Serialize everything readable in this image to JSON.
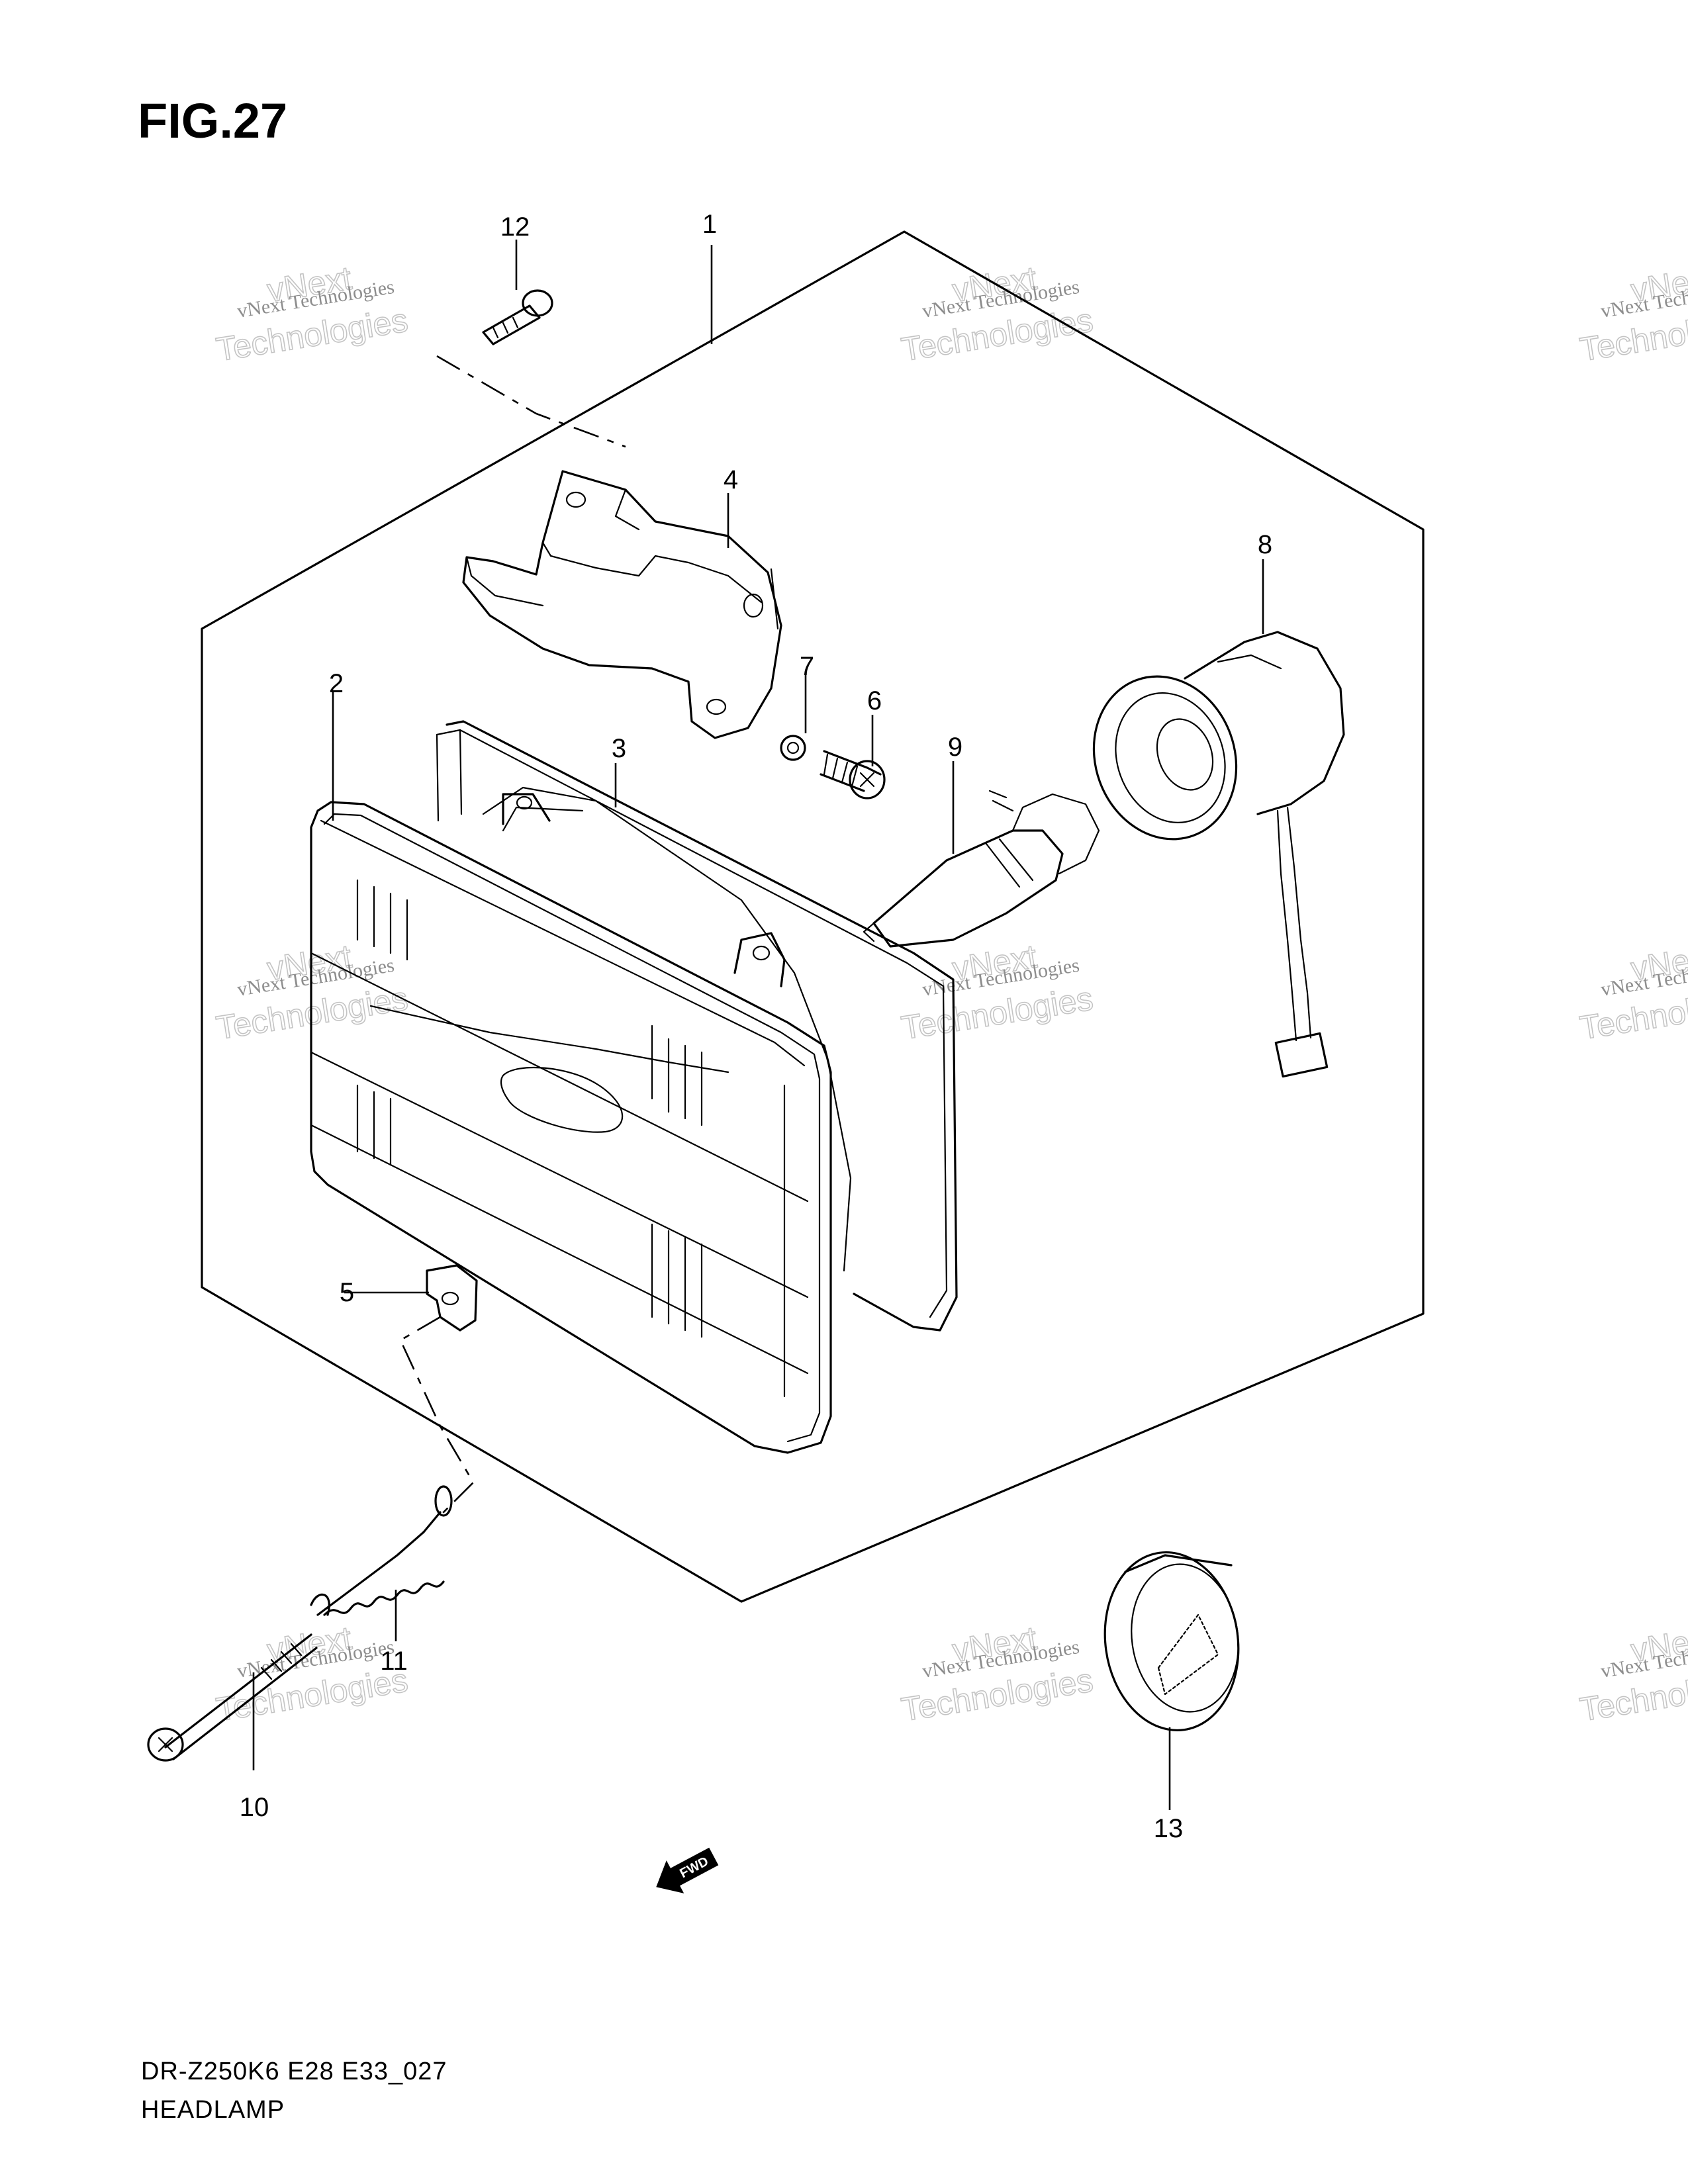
{
  "figure": {
    "title": "FIG.27",
    "code": "DR-Z250K6 E28 E33_027",
    "name": "HEADLAMP"
  },
  "callouts": {
    "c1": "1",
    "c2": "2",
    "c3": "3",
    "c4": "4",
    "c5": "5",
    "c6": "6",
    "c7": "7",
    "c8": "8",
    "c9": "9",
    "c10": "10",
    "c11": "11",
    "c12": "12",
    "c13": "13"
  },
  "fwd_label": "FWD",
  "watermark": {
    "line_small": "vNext Technologies",
    "line_top": "vNext",
    "line_big": "Technologies"
  }
}
